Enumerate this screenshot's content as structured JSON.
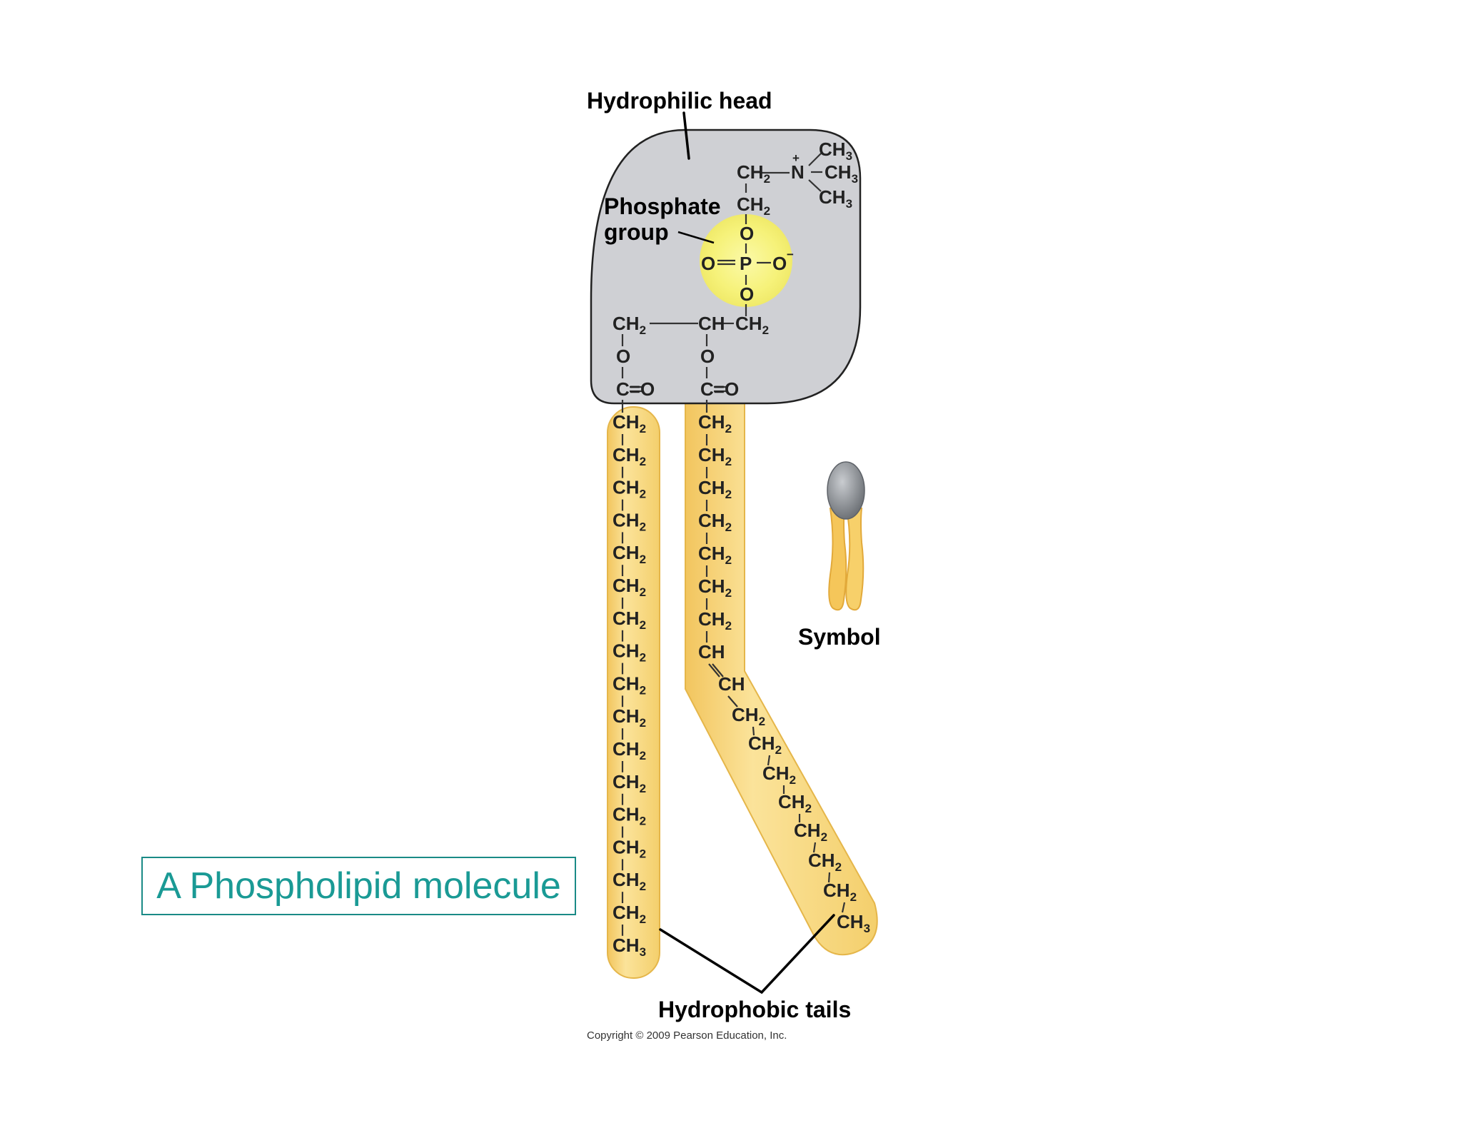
{
  "labels": {
    "hydrophilic_head": "Hydrophilic head",
    "phosphate_line1": "Phosphate",
    "phosphate_line2": "group",
    "symbol": "Symbol",
    "hydrophobic_tails": "Hydrophobic tails",
    "copyright": "Copyright © 2009 Pearson Education, Inc."
  },
  "caption": "A Phospholipid molecule",
  "chem": {
    "ch2": "CH",
    "ch3": "CH",
    "ch": "CH",
    "n": "N",
    "p": "P",
    "o": "O",
    "c_eq_o": "C=O",
    "sub2": "2",
    "sub3": "3",
    "plus": "+",
    "minus": "−"
  },
  "colors": {
    "head_fill": "#cfd0d4",
    "tail_fill": "#f9dc86",
    "tail_edge": "#e7b94c",
    "phosphate_glow": "#f7f37a",
    "symbol_head": "#8e9297",
    "caption_color": "#1a9a95"
  }
}
